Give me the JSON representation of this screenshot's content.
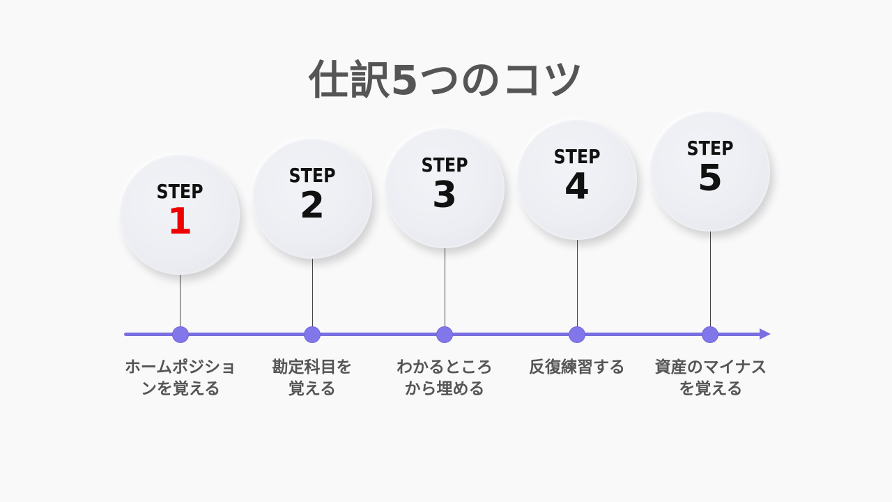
{
  "title": "仕訳5つのコツ",
  "colors": {
    "accent": "#7a6fe0",
    "highlight_number": "#ee0000",
    "text": "#555555"
  },
  "steps": [
    {
      "word": "STEP",
      "number": "1",
      "label_lines": [
        "ホームポジショ",
        "ンを覚える"
      ],
      "highlighted": true
    },
    {
      "word": "STEP",
      "number": "2",
      "label_lines": [
        "勘定科目を",
        "覚える"
      ],
      "highlighted": false
    },
    {
      "word": "STEP",
      "number": "3",
      "label_lines": [
        "わかるところ",
        "から埋める"
      ],
      "highlighted": false
    },
    {
      "word": "STEP",
      "number": "4",
      "label_lines": [
        "反復練習する"
      ],
      "highlighted": false
    },
    {
      "word": "STEP",
      "number": "5",
      "label_lines": [
        "資産のマイナス",
        "を覚える"
      ],
      "highlighted": false
    }
  ]
}
